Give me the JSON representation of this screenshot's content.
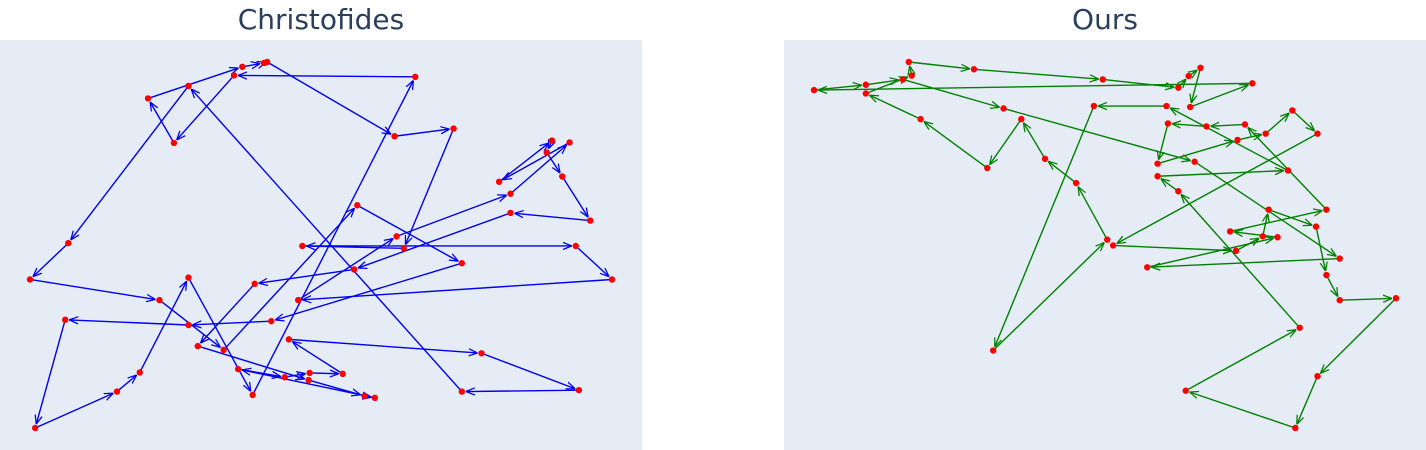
{
  "chart_data": [
    {
      "type": "line",
      "title": "Christofides",
      "xlim": [
        0,
        100
      ],
      "ylim": [
        0,
        100
      ],
      "background": "#e5ecf6",
      "edge_color": "#0000ee",
      "node_color": "#ff0000",
      "tour": [
        [
          54.9,
          23.0
        ],
        [
          43.6,
          22.7
        ],
        [
          17.2,
          86.5
        ],
        [
          5.6,
          53.7
        ],
        [
          1.9,
          46.1
        ],
        [
          14.4,
          41.8
        ],
        [
          20.6,
          31.4
        ],
        [
          33.5,
          61.6
        ],
        [
          43.6,
          49.5
        ],
        [
          25.2,
          37.4
        ],
        [
          17.2,
          36.6
        ],
        [
          5.3,
          37.7
        ],
        [
          2.4,
          15.1
        ],
        [
          10.3,
          22.7
        ],
        [
          12.5,
          26.7
        ],
        [
          17.2,
          46.5
        ],
        [
          23.4,
          22.0
        ],
        [
          39.1,
          88.4
        ],
        [
          21.6,
          88.7
        ],
        [
          15.8,
          74.6
        ],
        [
          13.3,
          83.9
        ],
        [
          22.4,
          90.5
        ],
        [
          24.5,
          91.3
        ],
        [
          24.8,
          91.5
        ],
        [
          37.1,
          76.0
        ],
        [
          42.8,
          77.6
        ],
        [
          38.0,
          52.6
        ],
        [
          28.2,
          53.1
        ],
        [
          54.6,
          53.1
        ],
        [
          58.1,
          46.1
        ],
        [
          27.8,
          41.8
        ],
        [
          37.3,
          55.1
        ],
        [
          48.3,
          64.0
        ],
        [
          54.0,
          74.7
        ],
        [
          47.2,
          66.5
        ],
        [
          52.3,
          75.1
        ],
        [
          51.8,
          72.6
        ],
        [
          53.3,
          67.6
        ],
        [
          56.0,
          58.4
        ],
        [
          48.3,
          60.0
        ],
        [
          33.2,
          48.2
        ],
        [
          23.6,
          45.2
        ],
        [
          18.1,
          32.2
        ],
        [
          28.8,
          25.1
        ],
        [
          34.2,
          21.8
        ],
        [
          35.2,
          21.4
        ],
        [
          22.0,
          27.4
        ],
        [
          26.5,
          25.7
        ],
        [
          28.9,
          26.6
        ],
        [
          32.1,
          26.4
        ],
        [
          26.9,
          33.6
        ],
        [
          45.5,
          30.7
        ]
      ]
    },
    {
      "type": "line",
      "title": "Ours",
      "xlim": [
        0,
        100
      ],
      "ylim": [
        0,
        100
      ],
      "background": "#e5ecf6",
      "edge_color": "#008000",
      "node_color": "#ff0000",
      "tour": [
        [
          58.7,
          53.9
        ],
        [
          45.7,
          52.1
        ],
        [
          54.5,
          58.3
        ],
        [
          51.3,
          59.5
        ],
        [
          57.8,
          64.0
        ],
        [
          52.3,
          81.6
        ],
        [
          49.7,
          81.2
        ],
        [
          47.1,
          81.8
        ],
        [
          46.4,
          73.5
        ],
        [
          51.8,
          78.4
        ],
        [
          53.7,
          79.7
        ],
        [
          55.5,
          84.5
        ],
        [
          57.2,
          79.7
        ],
        [
          43.4,
          56.6
        ],
        [
          51.7,
          55.5
        ],
        [
          53.5,
          58.5
        ],
        [
          53.9,
          64.0
        ],
        [
          57.1,
          60.5
        ],
        [
          57.8,
          50.5
        ],
        [
          58.7,
          45.3
        ],
        [
          62.5,
          45.7
        ],
        [
          57.2,
          29.6
        ],
        [
          55.7,
          18.9
        ],
        [
          48.3,
          26.6
        ],
        [
          56.0,
          39.6
        ],
        [
          47.8,
          67.8
        ],
        [
          46.4,
          70.9
        ],
        [
          55.2,
          72.1
        ],
        [
          47.0,
          85.4
        ],
        [
          42.1,
          85.4
        ],
        [
          35.3,
          34.9
        ],
        [
          43.0,
          57.8
        ],
        [
          40.9,
          69.5
        ],
        [
          38.8,
          74.5
        ],
        [
          37.2,
          82.7
        ],
        [
          34.9,
          72.6
        ],
        [
          30.4,
          82.7
        ],
        [
          26.7,
          88.0
        ],
        [
          29.8,
          91.7
        ],
        [
          29.6,
          94.5
        ],
        [
          34.0,
          93.0
        ],
        [
          42.7,
          90.9
        ],
        [
          47.8,
          89.2
        ],
        [
          48.5,
          91.6
        ],
        [
          49.3,
          93.3
        ],
        [
          48.6,
          85.2
        ],
        [
          52.8,
          90.1
        ],
        [
          23.2,
          88.7
        ],
        [
          26.7,
          89.8
        ],
        [
          29.2,
          90.9
        ],
        [
          36.0,
          84.9
        ],
        [
          48.9,
          73.9
        ]
      ]
    }
  ]
}
